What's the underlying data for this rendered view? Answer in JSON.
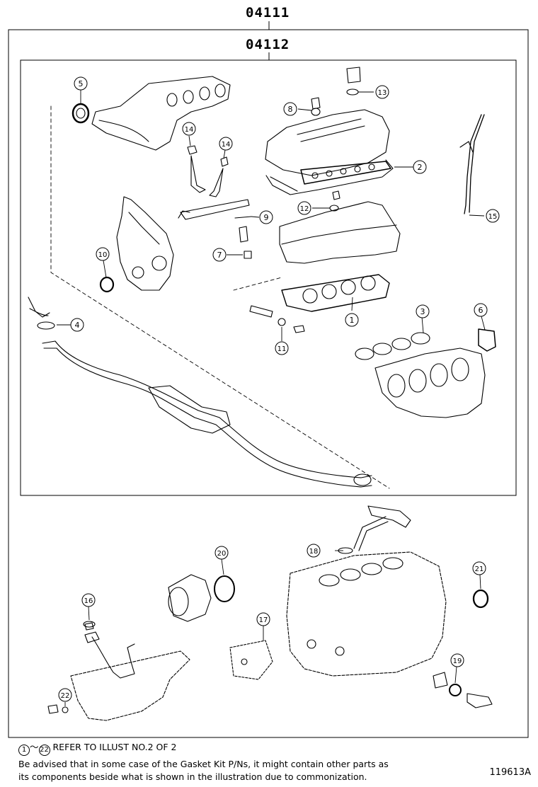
{
  "kits": {
    "outer": "04111",
    "inner": "04112"
  },
  "callouts": [
    {
      "id": "c1",
      "label": "1"
    },
    {
      "id": "c2",
      "label": "2"
    },
    {
      "id": "c3",
      "label": "3"
    },
    {
      "id": "c4",
      "label": "4"
    },
    {
      "id": "c5",
      "label": "5"
    },
    {
      "id": "c6",
      "label": "6"
    },
    {
      "id": "c7",
      "label": "7"
    },
    {
      "id": "c8",
      "label": "8"
    },
    {
      "id": "c9",
      "label": "9"
    },
    {
      "id": "c10",
      "label": "10"
    },
    {
      "id": "c11",
      "label": "11"
    },
    {
      "id": "c12",
      "label": "12"
    },
    {
      "id": "c13",
      "label": "13"
    },
    {
      "id": "c14a",
      "label": "14"
    },
    {
      "id": "c14b",
      "label": "14"
    },
    {
      "id": "c15",
      "label": "15"
    },
    {
      "id": "c16",
      "label": "16"
    },
    {
      "id": "c17",
      "label": "17"
    },
    {
      "id": "c18",
      "label": "18"
    },
    {
      "id": "c19",
      "label": "19"
    },
    {
      "id": "c20",
      "label": "20"
    },
    {
      "id": "c21",
      "label": "21"
    },
    {
      "id": "c22",
      "label": "22"
    }
  ],
  "notes": {
    "range_start": "1",
    "range_sep": "～",
    "range_end": "22",
    "refer": "REFER TO ILLUST NO.2 OF 2",
    "advised_line1": "Be advised that in some case of the Gasket Kit P/Ns,  it might contain other parts as",
    "advised_line2": "its components beside what is shown in the illustration due to commonization."
  },
  "figure_number": "119613A"
}
